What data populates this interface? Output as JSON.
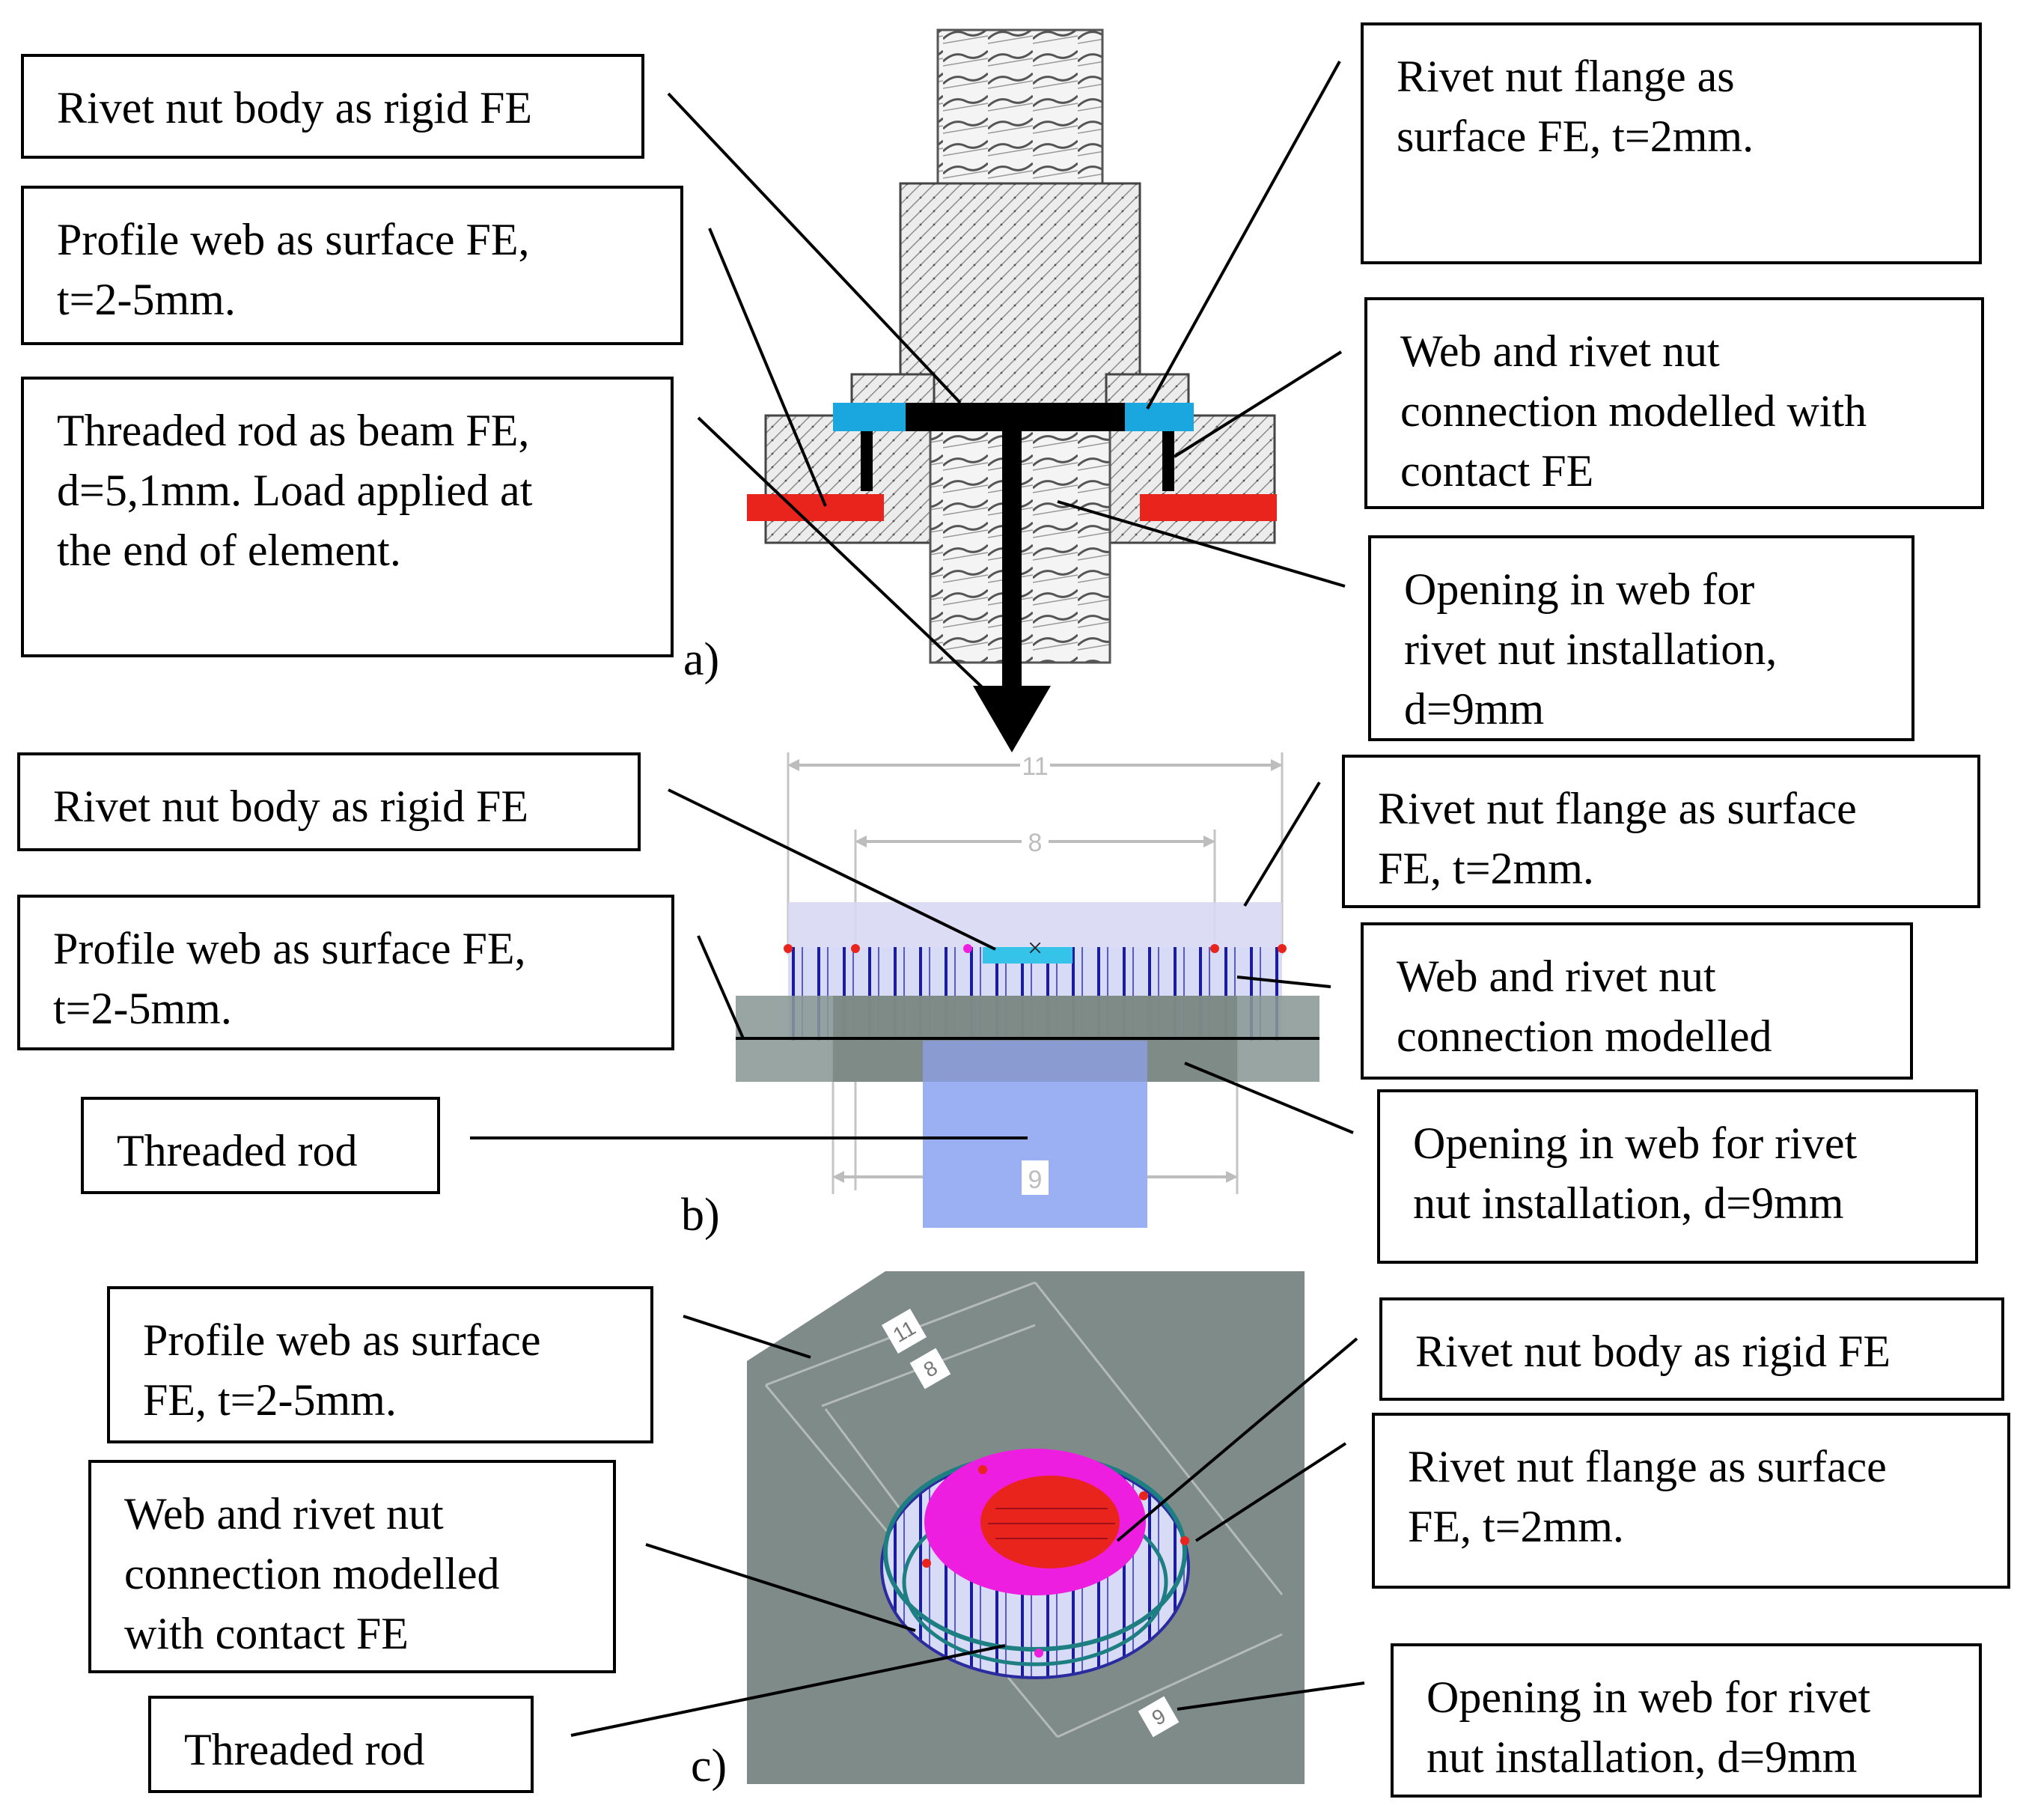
{
  "panels": {
    "a": {
      "label": "a)",
      "callouts": {
        "body": "Rivet nut body as rigid FE",
        "web": "Profile web as surface FE,\nt=2-5mm.",
        "rod": "Threaded rod as beam FE,\nd=5,1mm. Load applied at\nthe end of element.",
        "flange": "Rivet nut flange as\nsurface FE, t=2mm.",
        "contact": "Web and rivet nut\nconnection modelled with\ncontact FE",
        "opening": "Opening in web for\nrivet nut installation,\nd=9mm"
      }
    },
    "b": {
      "label": "b)",
      "callouts": {
        "body": "Rivet nut body as rigid FE",
        "web": "Profile web as surface FE,\nt=2-5mm.",
        "rod": "Threaded rod",
        "flange": "Rivet nut flange as surface\nFE, t=2mm.",
        "contact": "Web and rivet nut\nconnection modelled",
        "opening": "Opening in web for rivet\nnut installation, d=9mm"
      },
      "dimensions": {
        "outer": "11",
        "inner": "8",
        "hole": "9"
      }
    },
    "c": {
      "label": "c)",
      "callouts": {
        "web": "Profile web as surface\nFE, t=2-5mm.",
        "contact": "Web and rivet nut\nconnection modelled\nwith contact FE",
        "rod": "Threaded rod",
        "body": "Rivet nut body as rigid FE",
        "flange": "Rivet nut flange as surface\nFE, t=2mm.",
        "opening": "Opening in web for rivet\nnut installation, d=9mm"
      },
      "dimensions": {
        "outer": "11",
        "inner": "8",
        "hole": "9"
      }
    }
  },
  "colors": {
    "flange_blue": "#1aa7e0",
    "web_red": "#e8241c",
    "plate_gray": "#8a9995",
    "body_magenta": "#ee1ee0",
    "mesh_blue": "#3a3ac0"
  }
}
